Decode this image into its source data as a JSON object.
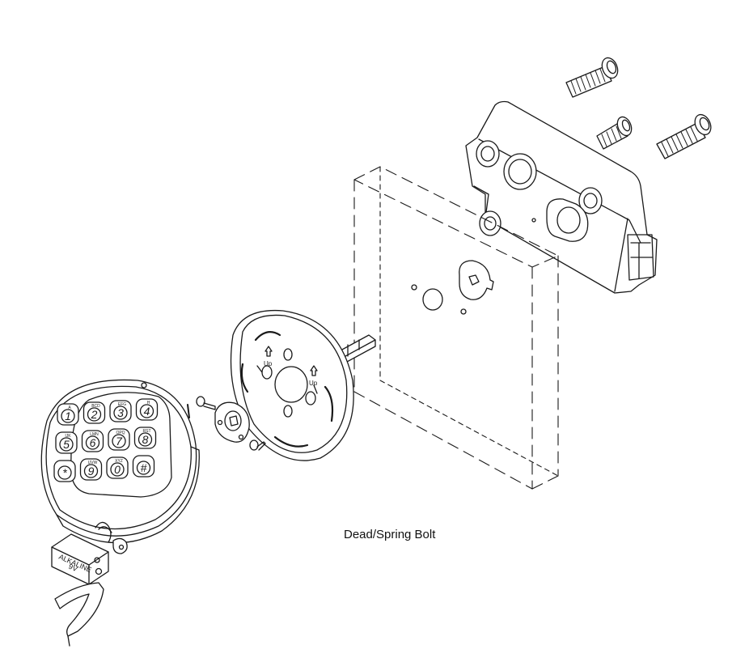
{
  "caption": "Dead/Spring Bolt",
  "escutcheon_markings": {
    "up_label": "Up"
  },
  "keypad": {
    "keys": [
      {
        "digit": "1",
        "sub": "A"
      },
      {
        "digit": "2",
        "sub": "BCD"
      },
      {
        "digit": "3",
        "sub": "EFG"
      },
      {
        "digit": "4",
        "sub": "H"
      },
      {
        "digit": "5",
        "sub": "IJK"
      },
      {
        "digit": "6",
        "sub": "LMN"
      },
      {
        "digit": "7",
        "sub": "OPQ"
      },
      {
        "digit": "8",
        "sub": "RST"
      },
      {
        "digit": "*",
        "sub": ""
      },
      {
        "digit": "9",
        "sub": "UVW"
      },
      {
        "digit": "0",
        "sub": "XYZ"
      },
      {
        "digit": "#",
        "sub": ""
      }
    ]
  },
  "battery": {
    "line1": "ALKALINE",
    "line2": "9V"
  },
  "colors": {
    "line": "#1a1a1a",
    "background": "#ffffff"
  }
}
